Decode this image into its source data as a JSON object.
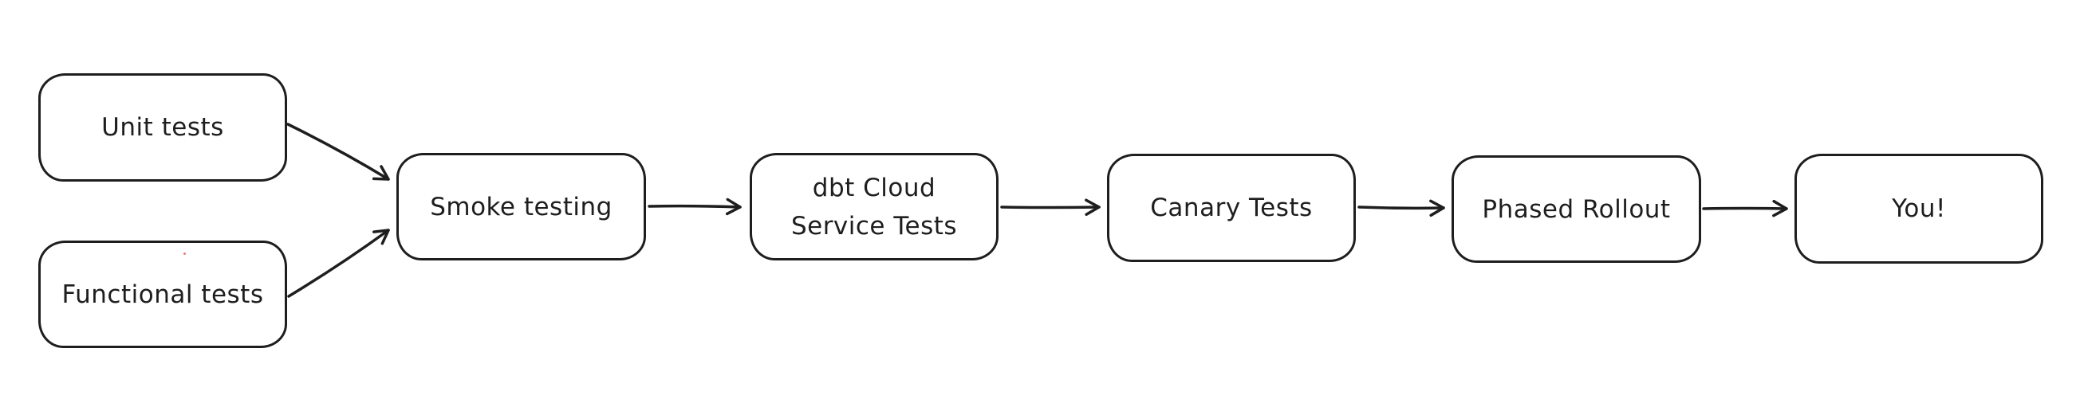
{
  "diagram": {
    "type": "flowchart",
    "background_color": "#ffffff",
    "stroke_color": "#1e1e1e",
    "node_fill_color": "#ffffff",
    "stray_dot_color": "#e03131",
    "nodes": [
      {
        "id": "unit-tests",
        "lines": [
          "Unit tests"
        ]
      },
      {
        "id": "functional-tests",
        "lines": [
          "Functional tests"
        ]
      },
      {
        "id": "smoke-testing",
        "lines": [
          "Smoke testing"
        ]
      },
      {
        "id": "dbt-cloud-service-tests",
        "lines": [
          "dbt Cloud",
          "Service Tests"
        ]
      },
      {
        "id": "canary-tests",
        "lines": [
          "Canary Tests"
        ]
      },
      {
        "id": "phased-rollout",
        "lines": [
          "Phased Rollout"
        ]
      },
      {
        "id": "you",
        "lines": [
          "You!"
        ]
      }
    ],
    "edges": [
      {
        "from": "unit-tests",
        "to": "smoke-testing"
      },
      {
        "from": "functional-tests",
        "to": "smoke-testing"
      },
      {
        "from": "smoke-testing",
        "to": "dbt-cloud-service-tests"
      },
      {
        "from": "dbt-cloud-service-tests",
        "to": "canary-tests"
      },
      {
        "from": "canary-tests",
        "to": "phased-rollout"
      },
      {
        "from": "phased-rollout",
        "to": "you"
      }
    ],
    "arrowhead_style": "open-v"
  }
}
